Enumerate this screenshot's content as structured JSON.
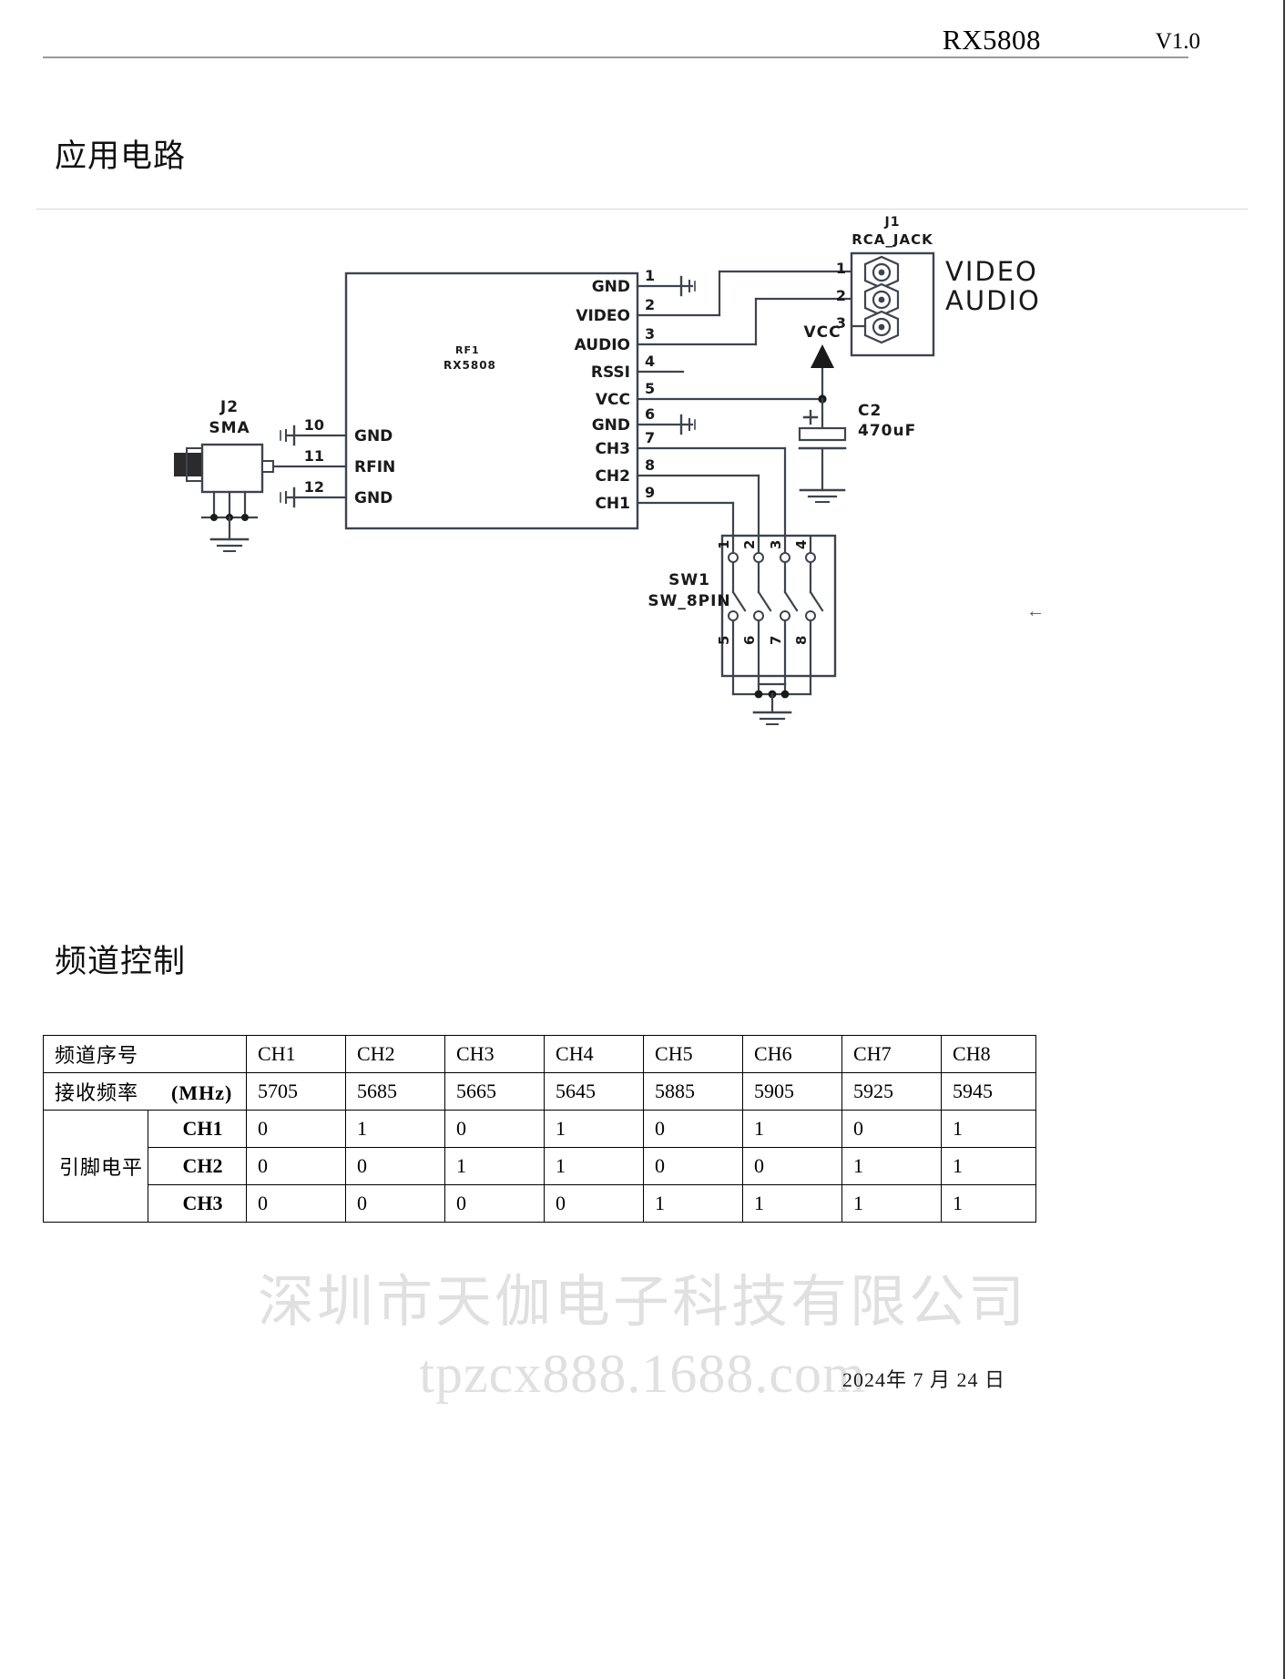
{
  "header": {
    "part_number": "RX5808",
    "version": "V1.0"
  },
  "sections": {
    "application_circuit": "应用电路",
    "channel_control": "频道控制"
  },
  "schematic": {
    "ic": {
      "refdes": "RF1",
      "value": "RX5808",
      "right_pins": [
        {
          "number": "1",
          "label": "GND"
        },
        {
          "number": "2",
          "label": "VIDEO"
        },
        {
          "number": "3",
          "label": "AUDIO"
        },
        {
          "number": "4",
          "label": "RSSI"
        },
        {
          "number": "5",
          "label": "VCC"
        },
        {
          "number": "6",
          "label": "GND"
        },
        {
          "number": "7",
          "label": "CH3"
        },
        {
          "number": "8",
          "label": "CH2"
        },
        {
          "number": "9",
          "label": "CH1"
        }
      ],
      "left_pins": [
        {
          "number": "10",
          "label": "GND"
        },
        {
          "number": "11",
          "label": "RFIN"
        },
        {
          "number": "12",
          "label": "GND"
        }
      ]
    },
    "rca_jack": {
      "refdes": "J1",
      "value": "RCA_JACK",
      "pins": [
        {
          "number": "1",
          "signal": "VIDEO"
        },
        {
          "number": "2",
          "signal": "AUDIO"
        },
        {
          "number": "3",
          "signal": ""
        }
      ]
    },
    "sma": {
      "refdes": "J2",
      "value": "SMA"
    },
    "capacitor": {
      "refdes": "C2",
      "value": "470uF"
    },
    "power_rail": "VCC",
    "dip_switch": {
      "refdes": "SW1",
      "value": "SW_8PIN",
      "top_pins": [
        "1",
        "2",
        "3",
        "4"
      ],
      "bottom_pins": [
        "5",
        "6",
        "7",
        "8"
      ]
    },
    "paragraph_mark": "←"
  },
  "channel_table": {
    "row_labels": {
      "channel_index": "频道序号",
      "receive_frequency": "接收频率",
      "frequency_unit": "(MHz)",
      "pin_level": "引脚电平"
    },
    "channels": [
      "CH1",
      "CH2",
      "CH3",
      "CH4",
      "CH5",
      "CH6",
      "CH7",
      "CH8"
    ],
    "frequencies": [
      "5705",
      "5685",
      "5665",
      "5645",
      "5885",
      "5905",
      "5925",
      "5945"
    ],
    "pin_levels": [
      {
        "pin": "CH1",
        "values": [
          "0",
          "1",
          "0",
          "1",
          "0",
          "1",
          "0",
          "1"
        ]
      },
      {
        "pin": "CH2",
        "values": [
          "0",
          "0",
          "1",
          "1",
          "0",
          "0",
          "1",
          "1"
        ]
      },
      {
        "pin": "CH3",
        "values": [
          "0",
          "0",
          "0",
          "0",
          "1",
          "1",
          "1",
          "1"
        ]
      }
    ]
  },
  "watermarks": {
    "company": "深圳市天伽电子科技有限公司",
    "website": "tpzcx888.1688.com"
  },
  "footer": {
    "date": "2024年 7 月 24 日"
  }
}
